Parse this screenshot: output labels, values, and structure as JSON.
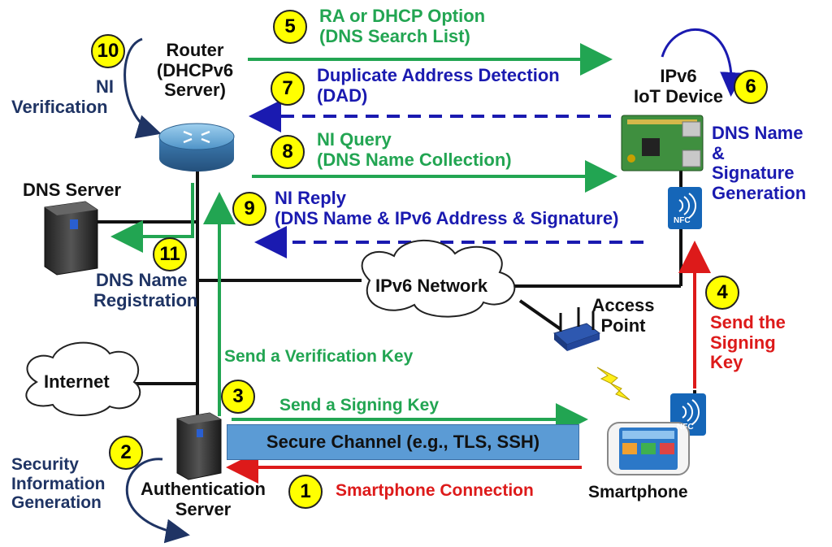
{
  "router": {
    "label_lines": [
      "Router",
      "(DHCPv6",
      "Server)"
    ]
  },
  "iot_device": {
    "label_lines": [
      "IPv6",
      "IoT Device"
    ]
  },
  "dns_server": {
    "label": "DNS Server"
  },
  "auth_server": {
    "label_lines": [
      "Authentication",
      "Server"
    ]
  },
  "smartphone": {
    "label": "Smartphone"
  },
  "access_point": {
    "label_lines": [
      "Access",
      "Point"
    ]
  },
  "ipv6_network": {
    "label": "IPv6 Network"
  },
  "internet": {
    "label": "Internet"
  },
  "nfc": {
    "label": "NFC"
  },
  "secure_channel": {
    "label": "Secure Channel (e.g., TLS, SSH)"
  },
  "steps": [
    {
      "number": "1",
      "lines": [
        "Smartphone Connection"
      ],
      "color": "#dd1a1a"
    },
    {
      "number": "2",
      "lines": [
        "Security",
        "Information",
        "Generation"
      ],
      "color": "#1f3464"
    },
    {
      "number": "3",
      "lines": [
        "Send a Signing Key"
      ],
      "color": "#22a552"
    },
    {
      "number": "4",
      "lines": [
        "Send the",
        "Signing",
        "Key"
      ],
      "color": "#dd1a1a"
    },
    {
      "number": "5",
      "lines": [
        "RA or DHCP Option",
        "(DNS Search List)"
      ],
      "color": "#22a552"
    },
    {
      "number": "6",
      "lines": [
        "DNS Name",
        "&",
        "Signature",
        "Generation"
      ],
      "color": "#1a1ab0"
    },
    {
      "number": "7",
      "lines": [
        "Duplicate Address Detection",
        "(DAD)"
      ],
      "color": "#1a1ab0"
    },
    {
      "number": "8",
      "lines": [
        "NI Query",
        "(DNS Name Collection)"
      ],
      "color": "#22a552"
    },
    {
      "number": "9",
      "lines": [
        "NI Reply",
        "(DNS Name & IPv6 Address & Signature)"
      ],
      "color": "#1a1ab0"
    },
    {
      "number": "10",
      "lines": [
        "NI",
        "Verification"
      ],
      "color": "#1f3464"
    },
    {
      "number": "11",
      "lines": [
        "DNS Name",
        "Registration"
      ],
      "color": "#1f3464"
    }
  ],
  "verification_key_label": "Send a Verification Key",
  "colors": {
    "green": "#22a552",
    "blue": "#1a1ab0",
    "red": "#dd1a1a",
    "navy": "#1f3464",
    "badge": "#ffff00",
    "secure_channel": "#5b9bd5"
  }
}
